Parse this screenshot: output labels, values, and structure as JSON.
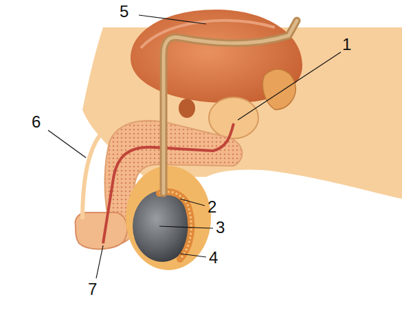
{
  "diagram": {
    "labels": [
      "5",
      "1",
      "6",
      "2",
      "3",
      "4",
      "7"
    ]
  }
}
